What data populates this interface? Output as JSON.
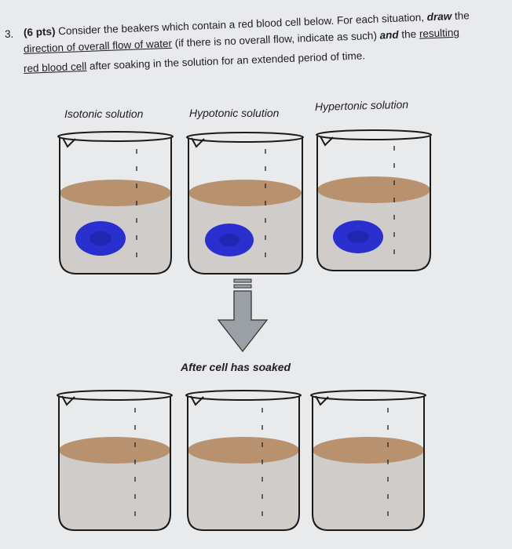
{
  "question": {
    "number": "3.",
    "points": "(6 pts)",
    "line1_text": " Consider the beakers which contain a red blood cell below. For each situation, ",
    "line1_emph": "draw",
    "line1_end": " the",
    "line2_u": "direction of overall flow of water",
    "line2_text": " (if there is no overall flow, indicate as such) ",
    "line2_emph": "and",
    "line2_mid": " the ",
    "line2_u2": "resulting",
    "line3_u": "red blood cell",
    "line3_text": " after soaking in the solution for an extended period of time."
  },
  "labels": {
    "isotonic": "Isotonic solution",
    "hypotonic": "Hypotonic solution",
    "hypertonic": "Hypertonic solution",
    "after": "After cell has soaked"
  },
  "colors": {
    "liquid_top": "#b8926e",
    "liquid_body": "#cfccca",
    "cell": "#2a2fd0",
    "arrow": "#9aa0a6",
    "glass_stroke": "#1a1a1a"
  }
}
